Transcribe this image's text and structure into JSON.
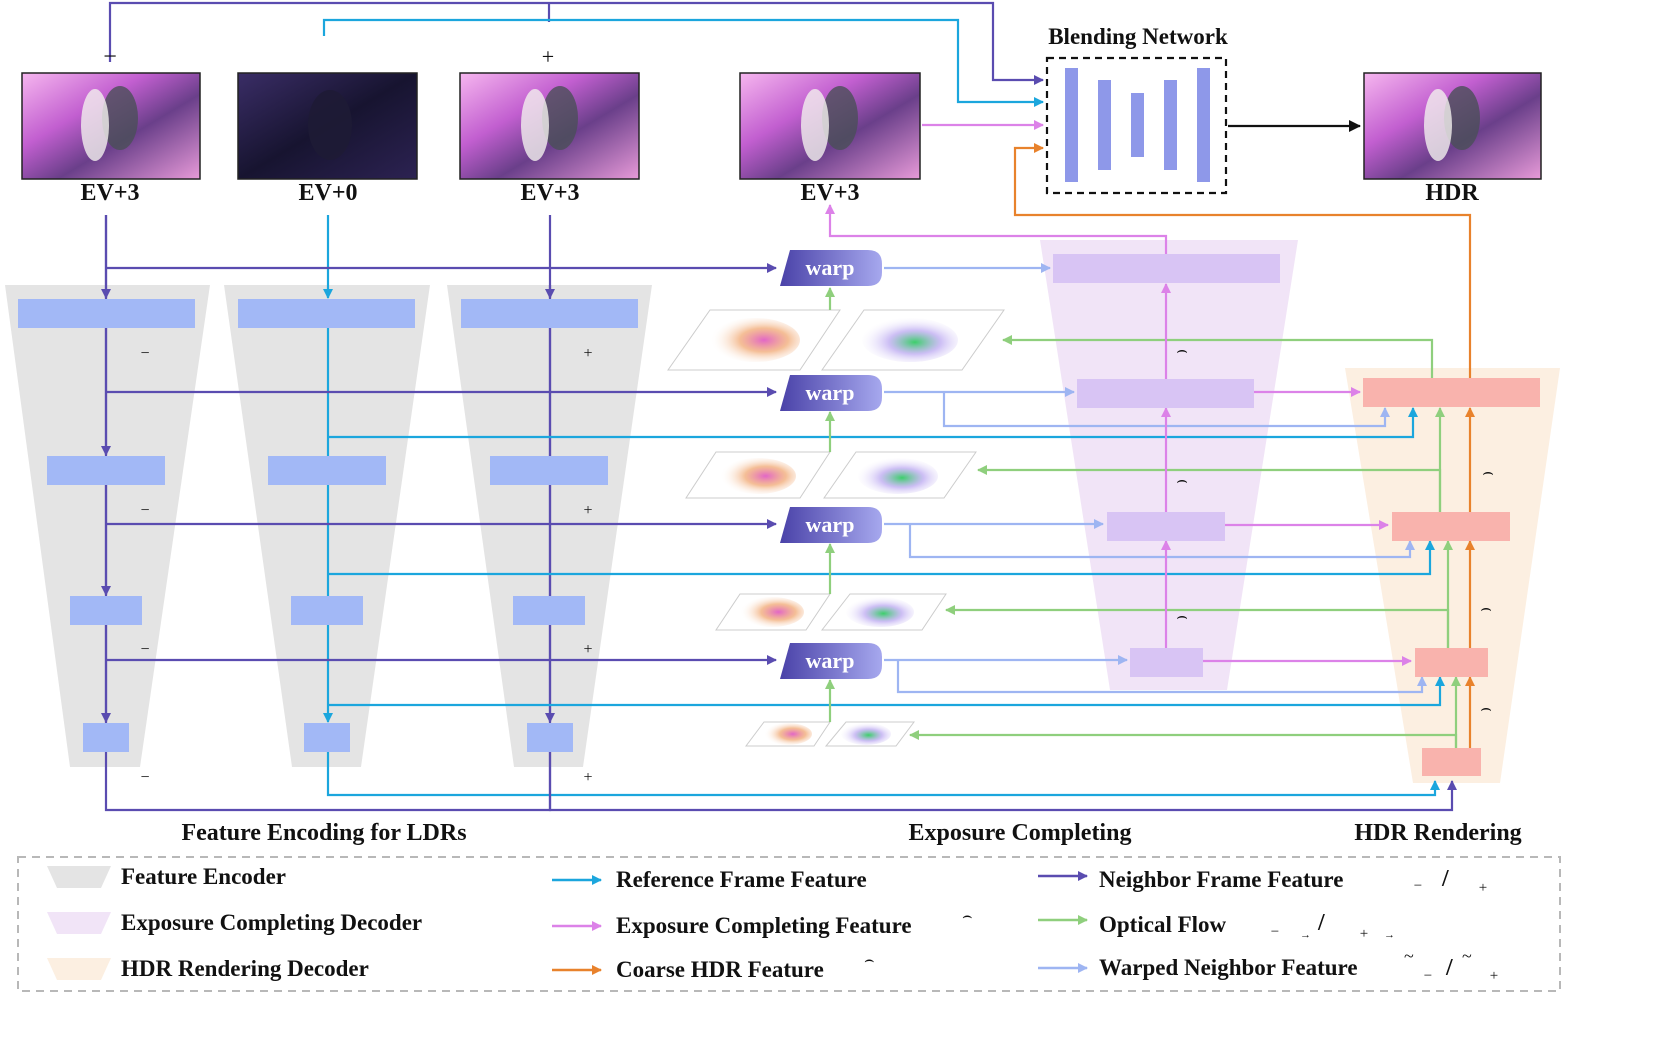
{
  "frames": {
    "ev_minus": "EV+3",
    "ev_ref": "EV+0",
    "ev_plus": "EV+3",
    "ev_warped": "EV+3",
    "hdr": "HDR"
  },
  "signs": {
    "minus": "−",
    "plus": "+"
  },
  "blending_network": "Blending Network",
  "warp_label": "warp",
  "sections": {
    "encoding": "Feature Encoding for LDRs",
    "completing": "Exposure Completing",
    "rendering": "HDR Rendering"
  },
  "legend": {
    "feature_encoder": "Feature Encoder",
    "exposure_completing_decoder": "Exposure Completing Decoder",
    "hdr_rendering_decoder": "HDR Rendering Decoder",
    "reference_frame_feature": "Reference Frame Feature",
    "exposure_completing_feature": "Exposure Completing Feature",
    "coarse_hdr_feature": "Coarse HDR Feature",
    "neighbor_frame_feature": "Neighbor Frame Feature",
    "optical_flow": "Optical Flow",
    "warped_neighbor_feature": "Warped Neighbor Feature"
  },
  "colors": {
    "neighbor": "#5a4cb0",
    "reference": "#1ba6dd",
    "exposure": "#dc82e8",
    "coarse": "#e8822c",
    "flow": "#8fcf7d",
    "warped": "#9eb5f2",
    "encoder_bg": "#e4e4e4",
    "completing_bg": "#f1e4f7",
    "rendering_bg": "#fcefe1",
    "feature_block": "#a2b8f6",
    "completing_block": "#d8c4f4",
    "rendering_block": "#f9b3ad"
  }
}
